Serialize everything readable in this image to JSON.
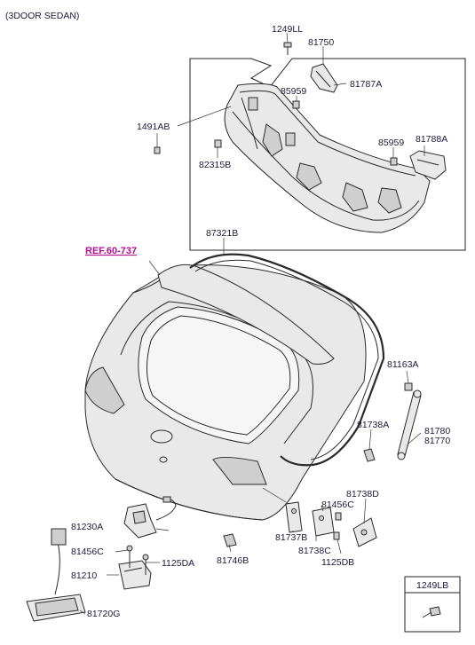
{
  "header": {
    "variant": "(3DOOR SEDAN)"
  },
  "reference": {
    "label": "REF.60-737"
  },
  "parts": {
    "p1249LL": "1249LL",
    "p81750": "81750",
    "p81787A": "81787A",
    "p85959a": "85959",
    "p1491AB": "1491AB",
    "p82315B": "82315B",
    "p85959b": "85959",
    "p81788A": "81788A",
    "p87321B": "87321B",
    "p81163A": "81163A",
    "p81738A": "81738A",
    "p81780": "81780",
    "p81770": "81770",
    "p81738D": "81738D",
    "p81456Ca": "81456C",
    "p81230A": "81230A",
    "p81456Cb": "81456C",
    "p1125DA": "1125DA",
    "p81210": "81210",
    "p81720G": "81720G",
    "p81746B": "81746B",
    "p81737B": "81737B",
    "p81738C": "81738C",
    "p1125DB": "1125DB"
  },
  "inset": {
    "part_number": "1249LB"
  }
}
